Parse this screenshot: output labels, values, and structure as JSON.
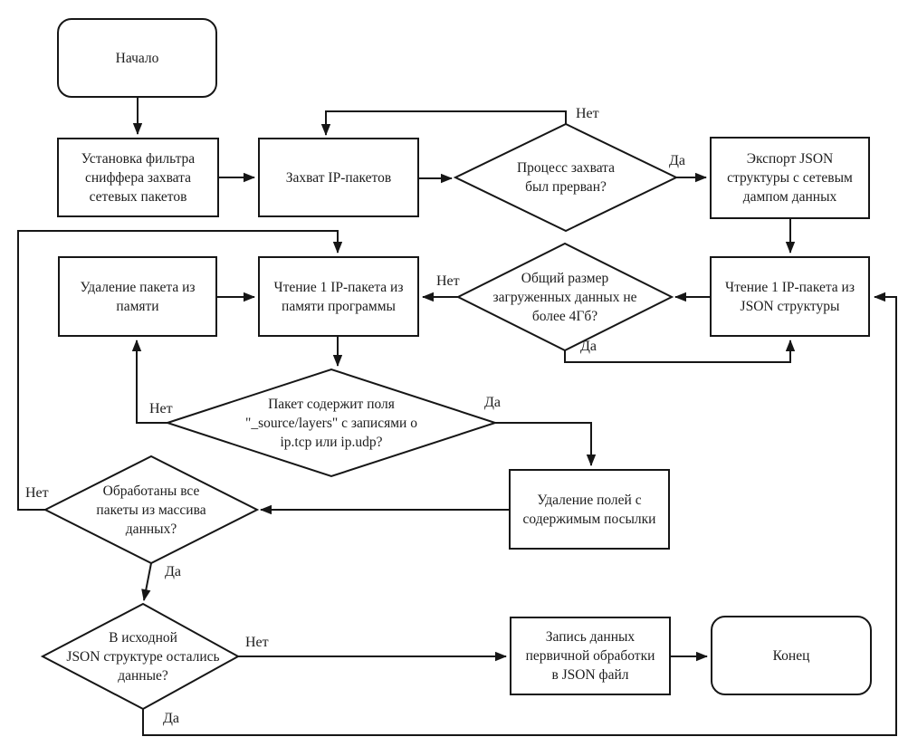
{
  "diagram": {
    "type": "flowchart",
    "language": "ru",
    "colors": {
      "stroke": "#161616",
      "fill": "#ffffff",
      "text": "#1c1c1c",
      "background": "#ffffff"
    },
    "labels": {
      "yes": "Да",
      "no": "Нет"
    },
    "nodes": {
      "start": {
        "type": "terminator",
        "label": "Начало"
      },
      "set_filter": {
        "type": "process",
        "label": "Установка фильтра\nсниффера захвата\nсетевых пакетов"
      },
      "capture": {
        "type": "process",
        "label": "Захват IP-пакетов"
      },
      "interrupted": {
        "type": "decision",
        "label": "Процесс захвата\nбыл прерван?"
      },
      "export_json": {
        "type": "process",
        "label": "Экспорт JSON\nструктуры с сетевым\nдампом данных"
      },
      "read_json": {
        "type": "process",
        "label": "Чтение 1 IP-пакета из\nJSON структуры"
      },
      "size_check": {
        "type": "decision",
        "label": "Общий размер\nзагруженных данных не\nболее 4Гб?"
      },
      "read_memory": {
        "type": "process",
        "label": "Чтение 1 IP-пакета из\nпамяти программы"
      },
      "delete_packet": {
        "type": "process",
        "label": "Удаление пакета из\nпамяти"
      },
      "packet_fields": {
        "type": "decision",
        "label": "Пакет содержит поля\n\"_source/layers\" с записями о\nip.tcp или ip.udp?"
      },
      "delete_fields": {
        "type": "process",
        "label": "Удаление полей с\nсодержимым посылки"
      },
      "all_processed": {
        "type": "decision",
        "label": "Обработаны все\nпакеты из массива\nданных?"
      },
      "json_remaining": {
        "type": "decision",
        "label": "В исходной\nJSON структуре остались\nданные?"
      },
      "write_json": {
        "type": "process",
        "label": "Запись данных\nпервичной обработки\nв JSON файл"
      },
      "end": {
        "type": "terminator",
        "label": "Конец"
      }
    },
    "edges": [
      {
        "from": "start",
        "to": "set_filter"
      },
      {
        "from": "set_filter",
        "to": "capture"
      },
      {
        "from": "capture",
        "to": "interrupted"
      },
      {
        "from": "interrupted",
        "to": "capture",
        "label": "Нет"
      },
      {
        "from": "interrupted",
        "to": "export_json",
        "label": "Да"
      },
      {
        "from": "export_json",
        "to": "read_json"
      },
      {
        "from": "read_json",
        "to": "size_check"
      },
      {
        "from": "size_check",
        "to": "read_memory",
        "label": "Нет"
      },
      {
        "from": "size_check",
        "to": "read_json",
        "label": "Да"
      },
      {
        "from": "read_memory",
        "to": "packet_fields"
      },
      {
        "from": "delete_packet",
        "to": "read_memory"
      },
      {
        "from": "packet_fields",
        "to": "delete_packet",
        "label": "Нет"
      },
      {
        "from": "packet_fields",
        "to": "delete_fields",
        "label": "Да"
      },
      {
        "from": "delete_fields",
        "to": "all_processed"
      },
      {
        "from": "all_processed",
        "to": "read_memory",
        "label": "Нет"
      },
      {
        "from": "all_processed",
        "to": "json_remaining",
        "label": "Да"
      },
      {
        "from": "json_remaining",
        "to": "write_json",
        "label": "Нет"
      },
      {
        "from": "json_remaining",
        "to": "read_json",
        "label": "Да"
      },
      {
        "from": "write_json",
        "to": "end"
      }
    ]
  }
}
